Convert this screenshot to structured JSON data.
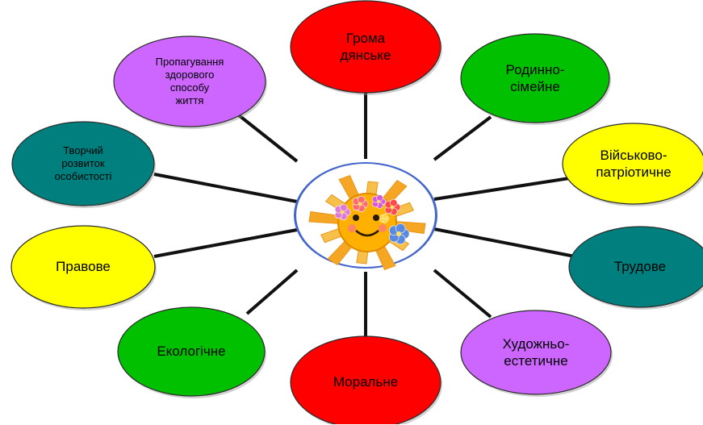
{
  "diagram": {
    "center": {
      "icon": "sun-with-flowers-icon"
    },
    "nodes": [
      {
        "id": "hromadianske",
        "label": "Грома\nдянське",
        "color": "#ff0000"
      },
      {
        "id": "rodynno-simeine",
        "label": "Родинно-\nсімейне",
        "color": "#00c000"
      },
      {
        "id": "viiskovo-patriotychne",
        "label": "Військово-\nпатріотичне",
        "color": "#ffff00"
      },
      {
        "id": "trudove",
        "label": "Трудове",
        "color": "#007f7f"
      },
      {
        "id": "khudozhno-estetychne",
        "label": "Художньо-\nестетичне",
        "color": "#cc66ff"
      },
      {
        "id": "moralne",
        "label": "Моральне",
        "color": "#ff0000"
      },
      {
        "id": "ekolohichne",
        "label": "Екологічне",
        "color": "#00c000"
      },
      {
        "id": "pravove",
        "label": "Правове",
        "color": "#ffff00"
      },
      {
        "id": "tvorchyi-rozvytok",
        "label": "Творчий\nрозвиток\nособистості",
        "color": "#007f7f"
      },
      {
        "id": "propahuvannia",
        "label": "Пропагування\nздорового\nспособу\nжиття",
        "color": "#cc66ff"
      }
    ]
  }
}
